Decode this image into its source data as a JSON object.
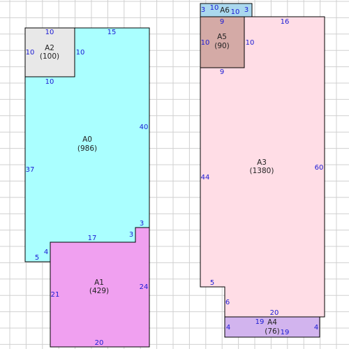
{
  "areas": [
    {
      "id": "A0",
      "name": "A0",
      "size": "(986)",
      "fill": "#aaffff"
    },
    {
      "id": "A1",
      "name": "A1",
      "size": "(429)",
      "fill": "#f0a0f0"
    },
    {
      "id": "A2",
      "name": "A2",
      "size": "(100)",
      "fill": "#e8e8e8"
    },
    {
      "id": "A3",
      "name": "A3",
      "size": "(1380)",
      "fill": "#ffdde6"
    },
    {
      "id": "A4",
      "name": "A4",
      "size": "(76)",
      "fill": "#d2b4ee"
    },
    {
      "id": "A5",
      "name": "A5",
      "size": "(90)",
      "fill": "#d4aaa6"
    },
    {
      "id": "A6",
      "name": "A6",
      "size": "",
      "fill": "#aad8ee"
    }
  ],
  "dimensions": {
    "a0_top": "15",
    "a0_right": "40",
    "a0_left": "37",
    "a0_step_top": "3",
    "a0_bottom": "17",
    "a0_notch_left": "5",
    "a0_notch_down": "4",
    "a2_top": "10",
    "a2_left": "10",
    "a2_right": "10",
    "a2_bottom": "10",
    "a1_left": "21",
    "a1_right": "24",
    "a1_bottom": "20",
    "a6_left": "3",
    "a6_top": "10",
    "a6_right_a": "10",
    "a6_right_b": "3",
    "a5_top": "9",
    "a5_left": "10",
    "a5_right": "10",
    "a5_bottom": "9",
    "a3_top": "16",
    "a3_left": "44",
    "a3_right": "60",
    "a3_step_bottom": "5",
    "a3_step_side": "6",
    "a3_bottom": "20",
    "a4_left": "4",
    "a4_top": "19",
    "a4_right": "4",
    "a4_bottom": "19"
  },
  "colors": {
    "grid": "#d0d0d0",
    "outline": "#000000",
    "dimension_text": "#1a1ad4"
  }
}
